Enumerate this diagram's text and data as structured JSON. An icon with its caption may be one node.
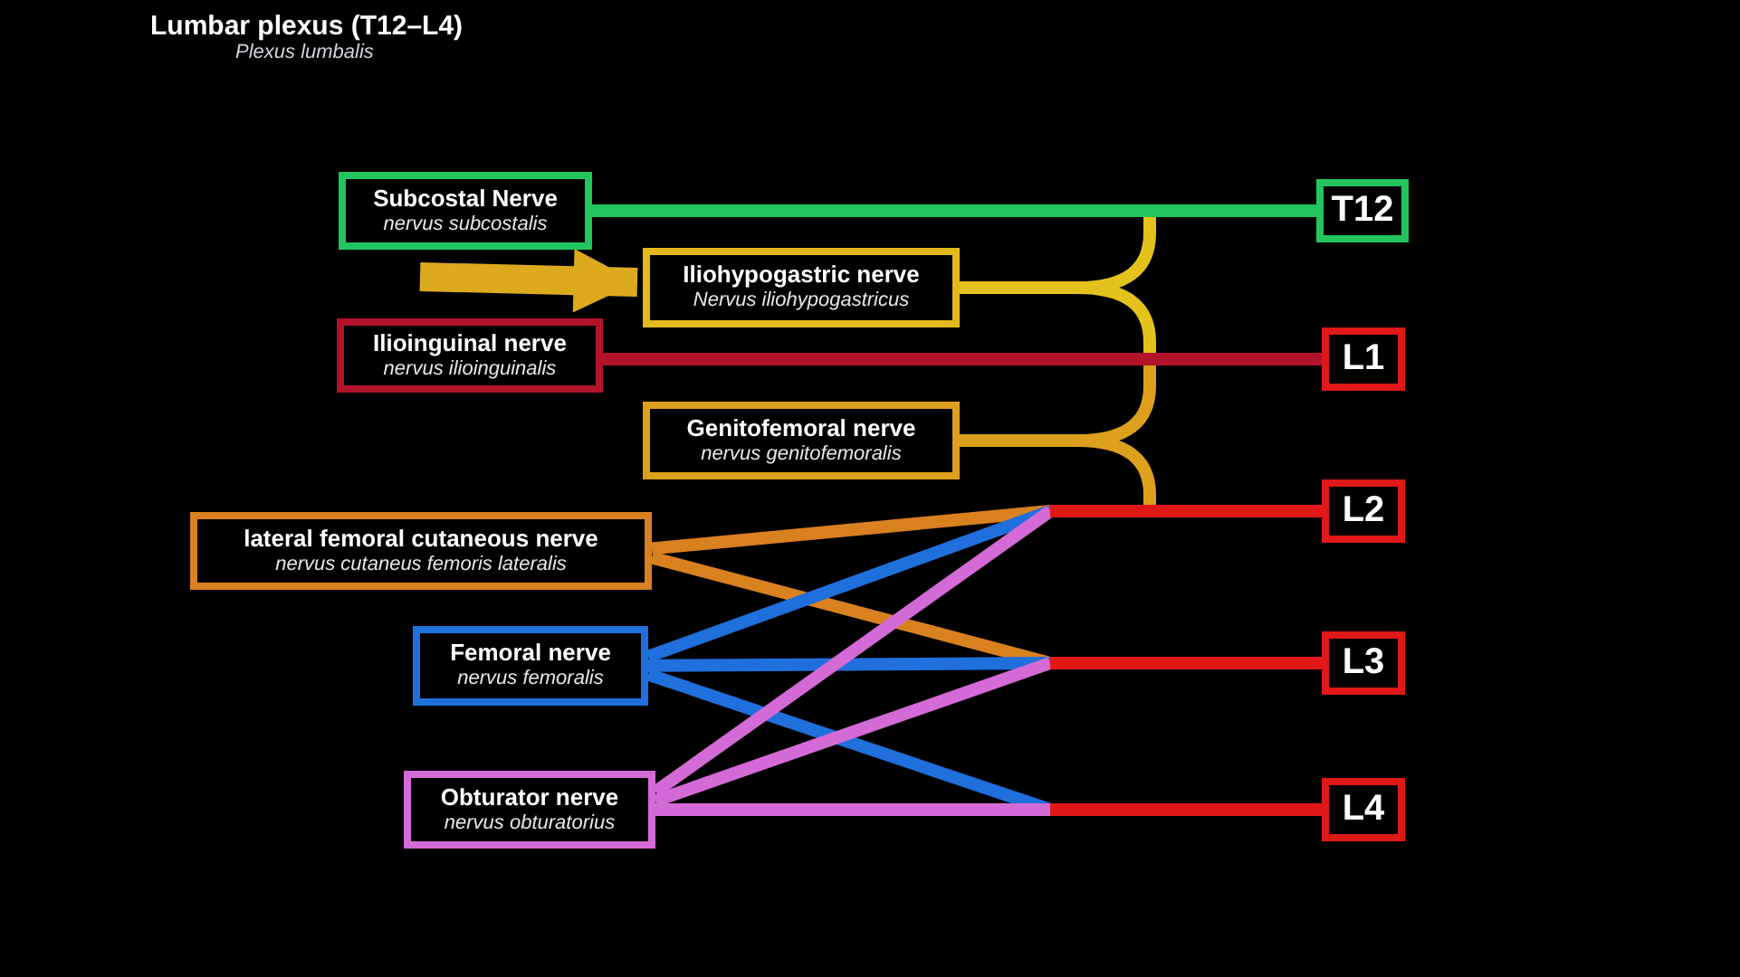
{
  "diagram": {
    "title": "Lumbar plexus (T12–L4)",
    "nodes": [
      {
        "text": [
          "Subcostal Nerve",
          "nervus subcostalis"
        ]
      },
      {
        "text": [
          "Iliohypogastric nerve",
          "Nervus iliohypogastricus"
        ]
      },
      {
        "text": [
          "Ilioinguinal nerve",
          "nervus ilioinguinalis"
        ]
      },
      {
        "text": [
          "Genitofemoral nerve",
          "nervus genitofemoralis"
        ]
      },
      {
        "text": [
          "lateral femoral cutaneous nerve",
          "nervus cutaneus femoris lateralis"
        ]
      },
      {
        "text": [
          "Femoral nerve",
          "nervus femoralis"
        ]
      },
      {
        "text": [
          "Obturator nerve",
          "nervus obturatorius"
        ]
      },
      {
        "text": [
          "T12"
        ]
      },
      {
        "text": [
          "L1"
        ]
      },
      {
        "text": [
          "L2"
        ]
      },
      {
        "text": [
          "L3"
        ]
      },
      {
        "text": [
          "L4"
        ]
      }
    ],
    "edges": [
      {
        "from": null,
        "to": 1,
        "arrow": "to",
        "style": "thick",
        "color": "#dcaa1c"
      },
      {
        "from": 1,
        "to": 7,
        "arrow": "none",
        "color": "#e3c21c"
      },
      {
        "from": 1,
        "to": 8,
        "arrow": "none",
        "color": "#e3c21c"
      },
      {
        "from": 3,
        "to": 8,
        "arrow": "none",
        "color": "#dca01c"
      },
      {
        "from": 3,
        "to": 9,
        "arrow": "none",
        "color": "#dca01c"
      },
      {
        "from": 0,
        "to": 7,
        "arrow": "none",
        "color": "#22c55e"
      },
      {
        "from": 2,
        "to": 8,
        "arrow": "none",
        "color": "#b3122b"
      },
      {
        "from": 4,
        "to": 9,
        "arrow": "none",
        "color": "#d9801f"
      },
      {
        "from": 4,
        "to": 10,
        "arrow": "none",
        "color": "#d9801f"
      },
      {
        "from": 5,
        "to": 9,
        "arrow": "none",
        "color": "#1f6fdc"
      },
      {
        "from": 5,
        "to": 10,
        "arrow": "none",
        "color": "#1f6fdc"
      },
      {
        "from": 5,
        "to": 11,
        "arrow": "none",
        "color": "#1f6fdc"
      },
      {
        "from": 6,
        "to": 9,
        "arrow": "none",
        "color": "#d46ad6"
      },
      {
        "from": 6,
        "to": 10,
        "arrow": "none",
        "color": "#d46ad6"
      },
      {
        "from": 6,
        "to": 11,
        "arrow": "none",
        "color": "#d46ad6"
      }
    ],
    "labels": [
      "Plexus lumbalis"
    ]
  }
}
